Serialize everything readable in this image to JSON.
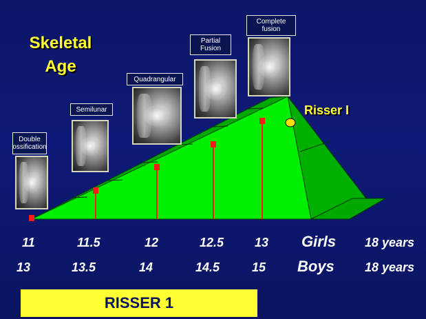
{
  "title": {
    "line1": "Skeletal",
    "line2": "Age"
  },
  "stages": [
    {
      "label": "Double ossification"
    },
    {
      "label": "Semilunar"
    },
    {
      "label": "Quadrangular"
    },
    {
      "label": "Partial Fusion"
    },
    {
      "label": "Complete fusion"
    }
  ],
  "risser_label": "Risser I",
  "girls_ages": [
    "11",
    "11.5",
    "12",
    "12.5",
    "13"
  ],
  "boys_ages": [
    "13",
    "13.5",
    "14",
    "14.5",
    "15"
  ],
  "girls_label": "Girls",
  "boys_label": "Boys",
  "girls_end": "18 years",
  "boys_end": "18 years",
  "banner": "RISSER 1",
  "colors": {
    "background": "#0c1668",
    "ramp_green": "#00ee00",
    "ramp_dark": "#00a000",
    "marker_red": "#ff1a1a",
    "title_yellow": "#ffff33",
    "dot_yellow": "#ffe000"
  }
}
